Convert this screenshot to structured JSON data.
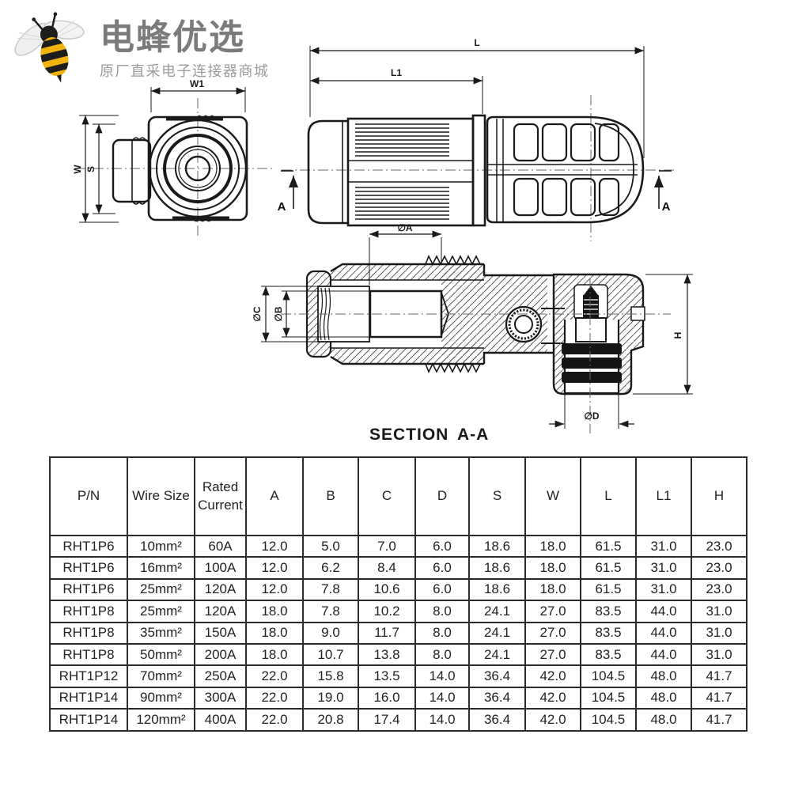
{
  "logo": {
    "title": "电蜂优选",
    "subtitle": "原厂直采电子连接器商城",
    "bee_yellow": "#f2b20e",
    "bee_black": "#1d1d1d"
  },
  "drawing": {
    "section_title": "SECTION",
    "section_ref": "A-A",
    "dims": {
      "w1": "W1",
      "w": "W",
      "s": "S",
      "l": "L",
      "l1": "L1",
      "cut": "A",
      "dia_a": "∅A",
      "dia_b": "∅B",
      "dia_c": "∅C",
      "dia_d": "∅D",
      "h": "H"
    }
  },
  "table": {
    "headers": [
      "P/N",
      "Wire Size",
      "Rated Current",
      "A",
      "B",
      "C",
      "D",
      "S",
      "W",
      "L",
      "L1",
      "H"
    ],
    "rows": [
      [
        "RHT1P6",
        "10mm²",
        "60A",
        "12.0",
        "5.0",
        "7.0",
        "6.0",
        "18.6",
        "18.0",
        "61.5",
        "31.0",
        "23.0"
      ],
      [
        "RHT1P6",
        "16mm²",
        "100A",
        "12.0",
        "6.2",
        "8.4",
        "6.0",
        "18.6",
        "18.0",
        "61.5",
        "31.0",
        "23.0"
      ],
      [
        "RHT1P6",
        "25mm²",
        "120A",
        "12.0",
        "7.8",
        "10.6",
        "6.0",
        "18.6",
        "18.0",
        "61.5",
        "31.0",
        "23.0"
      ],
      [
        "RHT1P8",
        "25mm²",
        "120A",
        "18.0",
        "7.8",
        "10.2",
        "8.0",
        "24.1",
        "27.0",
        "83.5",
        "44.0",
        "31.0"
      ],
      [
        "RHT1P8",
        "35mm²",
        "150A",
        "18.0",
        "9.0",
        "11.7",
        "8.0",
        "24.1",
        "27.0",
        "83.5",
        "44.0",
        "31.0"
      ],
      [
        "RHT1P8",
        "50mm²",
        "200A",
        "18.0",
        "10.7",
        "13.8",
        "8.0",
        "24.1",
        "27.0",
        "83.5",
        "44.0",
        "31.0"
      ],
      [
        "RHT1P12",
        "70mm²",
        "250A",
        "22.0",
        "15.8",
        "13.5",
        "14.0",
        "36.4",
        "42.0",
        "104.5",
        "48.0",
        "41.7"
      ],
      [
        "RHT1P14",
        "90mm²",
        "300A",
        "22.0",
        "19.0",
        "16.0",
        "14.0",
        "36.4",
        "42.0",
        "104.5",
        "48.0",
        "41.7"
      ],
      [
        "RHT1P14",
        "120mm²",
        "400A",
        "22.0",
        "20.8",
        "17.4",
        "14.0",
        "36.4",
        "42.0",
        "104.5",
        "48.0",
        "41.7"
      ]
    ]
  }
}
